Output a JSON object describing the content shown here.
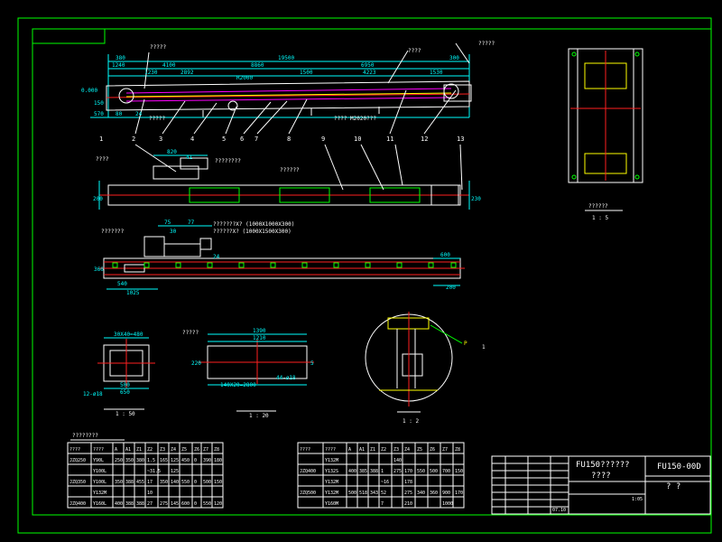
{
  "colors": {
    "background": "#000000",
    "frame": "#00ff00",
    "outline": "#ffffff",
    "centerline": "#ff2020",
    "dimension": "#00ffff",
    "hatch": "#ffff00",
    "highlight": "#ff00ff"
  },
  "title_block": {
    "product_name": "FU150??????",
    "sheet_title": "????",
    "drawing_number": "FU150-00D",
    "scale_code": "? ?",
    "mark": "1:05",
    "date": "07.10"
  },
  "views": {
    "elevation_top_labels": [
      "?????",
      "????",
      "?????"
    ],
    "elevation_note": "???? M2020???",
    "elevation_sub_label": "?????",
    "elevation_dims": [
      "380",
      "1240",
      "4100",
      "1230",
      "2892",
      "19500",
      "8860",
      "6950",
      "1500",
      "4223",
      "1530",
      "300"
    ],
    "elevation_left_dims": [
      "0.000",
      "150",
      "570"
    ],
    "elevation_bottom_dims": [
      "80",
      "24"
    ],
    "elevation_center_text": "R2000",
    "part_numbers": [
      "1",
      "2",
      "3",
      "4",
      "5",
      "6",
      "7",
      "8",
      "9",
      "10",
      "11",
      "12",
      "13"
    ],
    "plan_labels": [
      "????",
      "????????",
      "??????"
    ],
    "plan_dims": [
      "820",
      "41"
    ],
    "plan_side_dims": [
      "200",
      "230"
    ],
    "foundation_title": "???????",
    "foundation_notes": [
      "???????X? (1000X1000X300)",
      "??????X? (1000X1500X300)"
    ],
    "foundation_dims": [
      "75",
      "77",
      "30",
      "24",
      "540",
      "1025",
      "360",
      "600",
      "200"
    ],
    "detail_a_dims": [
      "30X40=480",
      "500",
      "650",
      "12-ø18"
    ],
    "detail_a_scale": "1 : 50",
    "detail_b_title": "?????",
    "detail_b_dims": [
      "1390",
      "1210",
      "140X20=2800",
      "44-ø18",
      "220",
      "5"
    ],
    "detail_b_scale": "1 : 20",
    "detail_c_label": "P",
    "detail_c_ref": "1",
    "detail_c_scale": "1 : 2",
    "section_title": "??????",
    "section_scale": "1 : 5"
  },
  "table_left": {
    "title": "????????",
    "headers": [
      "????",
      "????",
      "A",
      "A1",
      "Z1",
      "Z2",
      "Z3",
      "Z4",
      "Z5",
      "Z6",
      "Z7",
      "Z8"
    ],
    "rows": [
      [
        "JZQ250",
        "Y90L",
        "250",
        "350",
        "380",
        "1.5",
        "165",
        "125",
        "450",
        "0",
        "390",
        "180"
      ],
      [
        "",
        "Y100L",
        "",
        "",
        "",
        "~31.5",
        "",
        "125",
        "",
        "",
        "",
        ""
      ],
      [
        "JZQ350",
        "Y100L",
        "350",
        "388",
        "455",
        "17",
        "350",
        "140",
        "550",
        "0",
        "500",
        "150"
      ],
      [
        "",
        "Y132M",
        "",
        "",
        "",
        "10",
        "",
        "",
        "",
        "",
        "",
        ""
      ],
      [
        "JZQ400",
        "Y160L",
        "400",
        "388",
        "388",
        "27",
        "275",
        "145",
        "600",
        "0",
        "550",
        "120"
      ]
    ]
  },
  "table_right": {
    "headers": [
      "????",
      "????",
      "A",
      "A1",
      "Z1",
      "Z2",
      "Z3",
      "Z4",
      "Z5",
      "Z6",
      "Z7",
      "Z8"
    ],
    "rows": [
      [
        "",
        "Y132M",
        "",
        "",
        "",
        "",
        "140",
        "",
        "",
        "",
        "",
        ""
      ],
      [
        "JZQ400",
        "Y132S",
        "400",
        "385",
        "388",
        "1",
        "275",
        "170",
        "550",
        "500",
        "700",
        "150"
      ],
      [
        "",
        "Y132M",
        "",
        "",
        "",
        "~16",
        "",
        "178",
        "",
        "",
        "",
        ""
      ],
      [
        "JZQ500",
        "Y132M",
        "500",
        "518",
        "343",
        "52",
        "",
        "275",
        "340",
        "360",
        "900",
        "170"
      ],
      [
        "",
        "Y160M",
        "",
        "",
        "",
        "7",
        "",
        "210",
        "",
        "",
        "1000",
        ""
      ]
    ]
  }
}
